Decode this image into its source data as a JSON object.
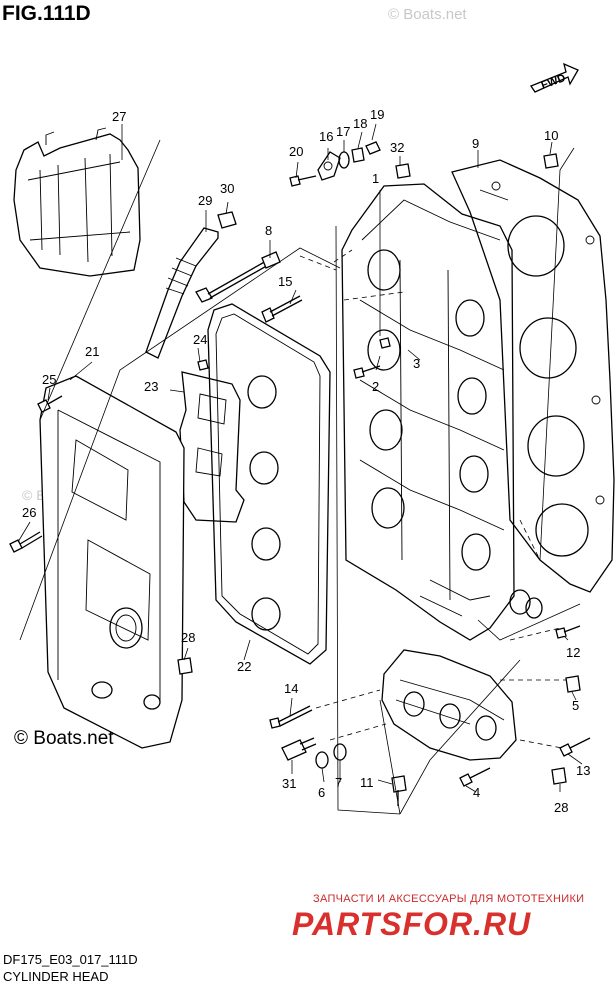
{
  "figure": {
    "title": "FIG.111D",
    "model_code": "DF175_E03_017_111D",
    "section_name": "CYLINDER HEAD",
    "direction_label": "FWD"
  },
  "watermarks": {
    "top": "© Boats.net",
    "left_mid": "© Boats.net",
    "bottom": "© Boats.net"
  },
  "dealer": {
    "tagline": "ЗАПЧАСТИ И АКСЕССУАРЫ ДЛЯ МОТОТЕХНИКИ",
    "logo": "PARTSFOR.RU"
  },
  "callouts": {
    "c27": "27",
    "c20": "20",
    "c16": "16",
    "c17": "17",
    "c18": "18",
    "c19": "19",
    "c32": "32",
    "c9": "9",
    "c10": "10",
    "c1": "1",
    "c30": "30",
    "c29": "29",
    "c8": "8",
    "c15": "15",
    "c24": "24",
    "c3": "3",
    "c23": "23",
    "c2": "2",
    "c21": "21",
    "c25": "25",
    "c26": "26",
    "c28a": "28",
    "c22": "22",
    "c12": "12",
    "c5": "5",
    "c14": "14",
    "c31": "31",
    "c6": "6",
    "c7": "7",
    "c11": "11",
    "c4": "4",
    "c13": "13",
    "c28b": "28"
  },
  "colors": {
    "line": "#000000",
    "watermark": "#c8c8c8",
    "dealer": "#d9302e"
  }
}
